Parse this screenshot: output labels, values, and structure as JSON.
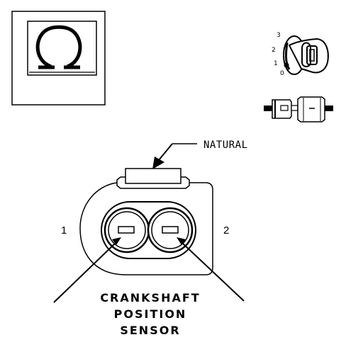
{
  "symbol": {
    "icon": "omega-resistance-icon"
  },
  "ignition": {
    "icon": "ignition-key-icon",
    "positions": [
      "3",
      "2",
      "1",
      "0"
    ]
  },
  "connector_icon": {
    "icon": "connector-pair-icon"
  },
  "callout": {
    "color_label": "NATURAL"
  },
  "pins": {
    "left": "1",
    "right": "2"
  },
  "caption": {
    "lines": [
      "CRANKSHAFT",
      "POSITION",
      "SENSOR"
    ]
  }
}
